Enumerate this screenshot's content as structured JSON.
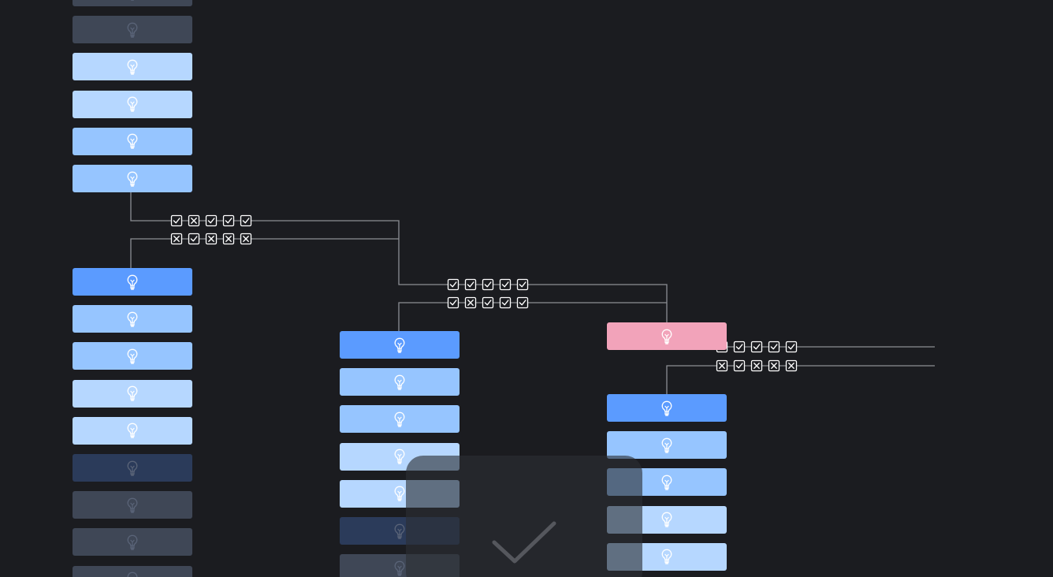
{
  "colors": {
    "background": "#1b1c20",
    "wire": "#8c8e94",
    "icon_on_light": "#ffffff",
    "icon_on_dark": "#5a6478",
    "active_tile": "#5b9bff",
    "pink_tile": "#f2a3ba",
    "overlay": "#2c2e34",
    "check": "#55575d"
  },
  "columns": [
    {
      "id": "column-a-top",
      "tiles": [
        {
          "state": "muted",
          "color": "#3f4756",
          "icon": "lightbulb-icon"
        },
        {
          "state": "muted",
          "color": "#3f4756",
          "icon": "lightbulb-icon"
        },
        {
          "state": "pale",
          "color": "#b6d7ff",
          "icon": "lightbulb-icon"
        },
        {
          "state": "pale",
          "color": "#b6d7ff",
          "icon": "lightbulb-icon"
        },
        {
          "state": "light",
          "color": "#96c5ff",
          "icon": "lightbulb-icon"
        },
        {
          "state": "light",
          "color": "#96c5ff",
          "icon": "lightbulb-icon"
        }
      ]
    },
    {
      "id": "column-a-bottom",
      "tiles": [
        {
          "state": "active",
          "color": "#5b9bff",
          "icon": "lightbulb-icon"
        },
        {
          "state": "light",
          "color": "#96c5ff",
          "icon": "lightbulb-icon"
        },
        {
          "state": "light",
          "color": "#96c5ff",
          "icon": "lightbulb-icon"
        },
        {
          "state": "pale",
          "color": "#b6d7ff",
          "icon": "lightbulb-icon"
        },
        {
          "state": "pale",
          "color": "#b6d7ff",
          "icon": "lightbulb-icon"
        },
        {
          "state": "dim",
          "color": "#2b3b5a",
          "icon": "lightbulb-icon"
        },
        {
          "state": "muted",
          "color": "#3f4756",
          "icon": "lightbulb-icon"
        },
        {
          "state": "muted",
          "color": "#3f4756",
          "icon": "lightbulb-icon"
        },
        {
          "state": "muted",
          "color": "#3f4756",
          "icon": "lightbulb-icon"
        }
      ]
    },
    {
      "id": "column-b",
      "tiles": [
        {
          "state": "active",
          "color": "#5b9bff",
          "icon": "lightbulb-icon"
        },
        {
          "state": "light",
          "color": "#96c5ff",
          "icon": "lightbulb-icon"
        },
        {
          "state": "light",
          "color": "#96c5ff",
          "icon": "lightbulb-icon"
        },
        {
          "state": "pale",
          "color": "#b6d7ff",
          "icon": "lightbulb-icon"
        },
        {
          "state": "pale",
          "color": "#b6d7ff",
          "icon": "lightbulb-icon"
        },
        {
          "state": "dim",
          "color": "#2b3b5a",
          "icon": "lightbulb-icon"
        },
        {
          "state": "muted",
          "color": "#3f4756",
          "icon": "lightbulb-icon"
        }
      ]
    },
    {
      "id": "column-c-top",
      "tiles": [
        {
          "state": "pink",
          "color": "#f2a3ba",
          "icon": "lightbulb-icon"
        }
      ]
    },
    {
      "id": "column-c-bottom",
      "tiles": [
        {
          "state": "active",
          "color": "#5b9bff",
          "icon": "lightbulb-icon"
        },
        {
          "state": "light",
          "color": "#96c5ff",
          "icon": "lightbulb-icon"
        },
        {
          "state": "light",
          "color": "#96c5ff",
          "icon": "lightbulb-icon"
        },
        {
          "state": "pale",
          "color": "#b6d7ff",
          "icon": "lightbulb-icon"
        },
        {
          "state": "pale",
          "color": "#b6d7ff",
          "icon": "lightbulb-icon"
        }
      ]
    }
  ],
  "match_rows": [
    {
      "id": "match-row-1a",
      "marks": [
        "check",
        "cross",
        "check",
        "check",
        "check"
      ]
    },
    {
      "id": "match-row-1b",
      "marks": [
        "cross",
        "check",
        "cross",
        "cross",
        "cross"
      ]
    },
    {
      "id": "match-row-2a",
      "marks": [
        "check",
        "check",
        "check",
        "check",
        "check"
      ]
    },
    {
      "id": "match-row-2b",
      "marks": [
        "check",
        "cross",
        "check",
        "check",
        "check"
      ]
    },
    {
      "id": "match-row-3a",
      "marks": [
        "check",
        "check",
        "check",
        "check",
        "check"
      ]
    },
    {
      "id": "match-row-3b",
      "marks": [
        "cross",
        "check",
        "cross",
        "cross",
        "cross"
      ]
    }
  ],
  "overlay": {
    "icon": "checkmark-icon"
  }
}
